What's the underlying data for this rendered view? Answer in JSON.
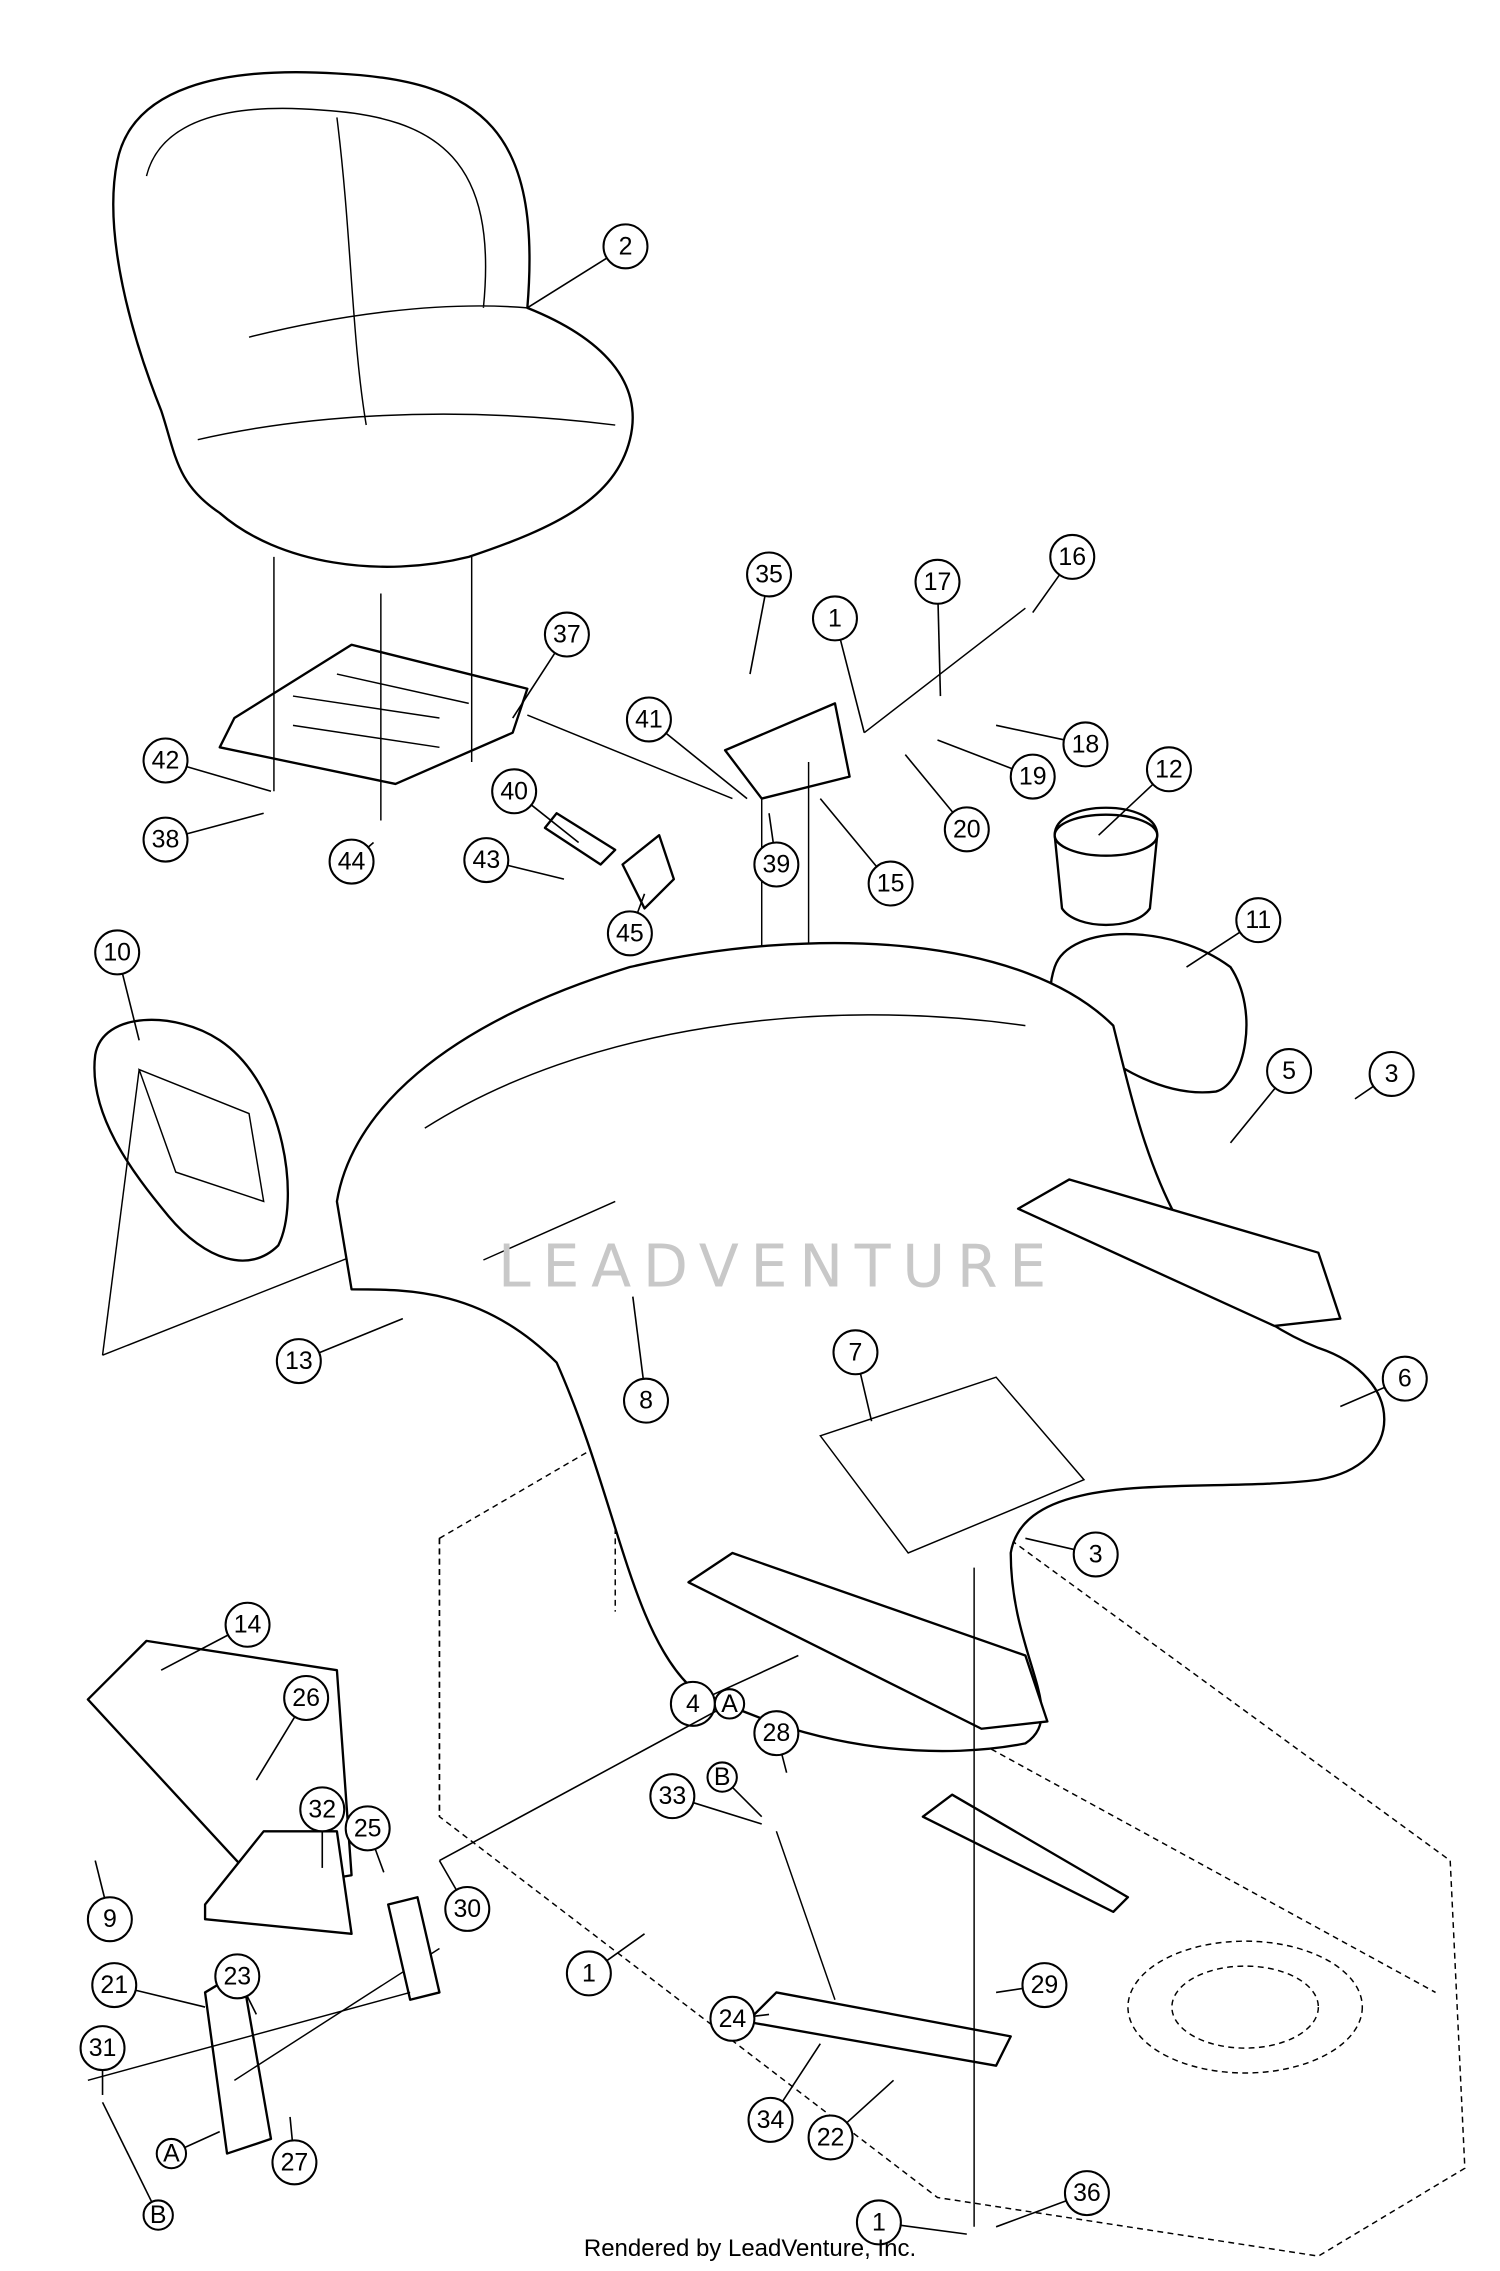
{
  "diagram": {
    "callouts": [
      "2",
      "37",
      "35",
      "1",
      "17",
      "16",
      "18",
      "19",
      "20",
      "12",
      "41",
      "40",
      "39",
      "15",
      "42",
      "38",
      "44",
      "43",
      "45",
      "10",
      "11",
      "5",
      "3",
      "13",
      "8",
      "7",
      "6",
      "3",
      "4",
      "28",
      "33",
      "B",
      "A",
      "14",
      "26",
      "32",
      "25",
      "30",
      "9",
      "21",
      "23",
      "31",
      "1",
      "29",
      "24",
      "34",
      "22",
      "A",
      "27",
      "B",
      "1",
      "36"
    ],
    "watermark": "LEADVENTURE"
  },
  "footer": {
    "text": "Rendered by LeadVenture, Inc."
  }
}
